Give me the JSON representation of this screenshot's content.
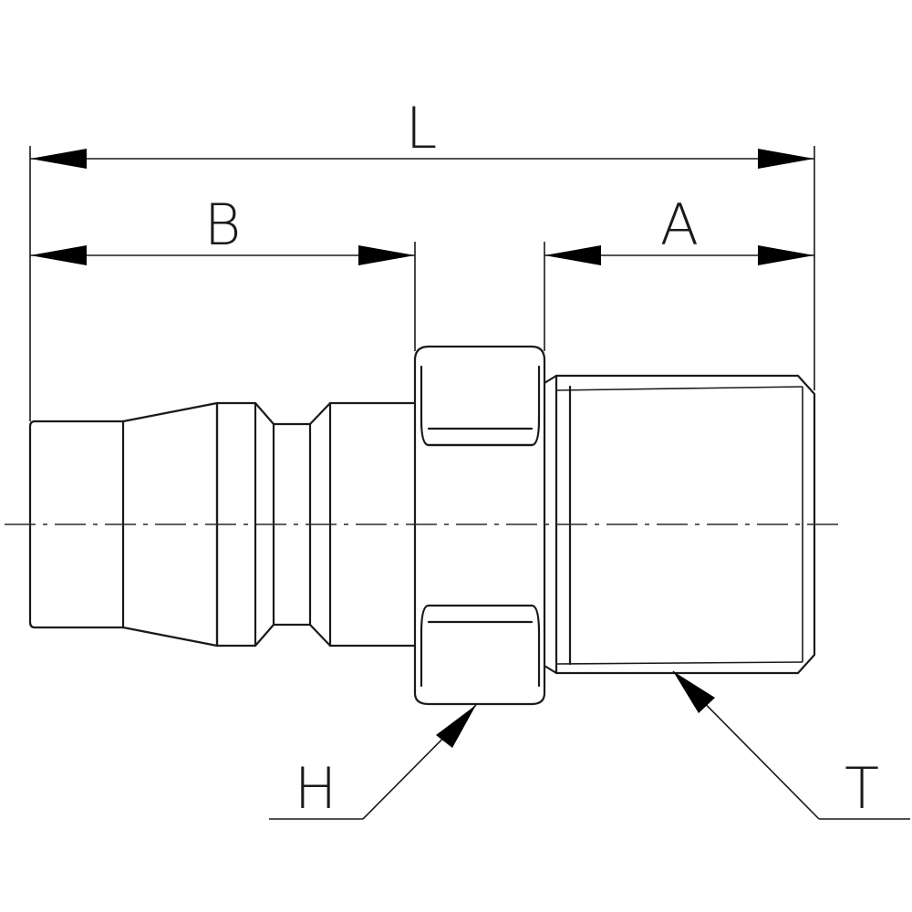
{
  "dimensions": {
    "overall_length_label": "L",
    "socket_length_label": "B",
    "thread_length_label": "A",
    "hex_label": "H",
    "thread_label": "T"
  },
  "colors": {
    "line": "#1a1a1a",
    "arrow": "#000000",
    "background": "#ffffff"
  }
}
